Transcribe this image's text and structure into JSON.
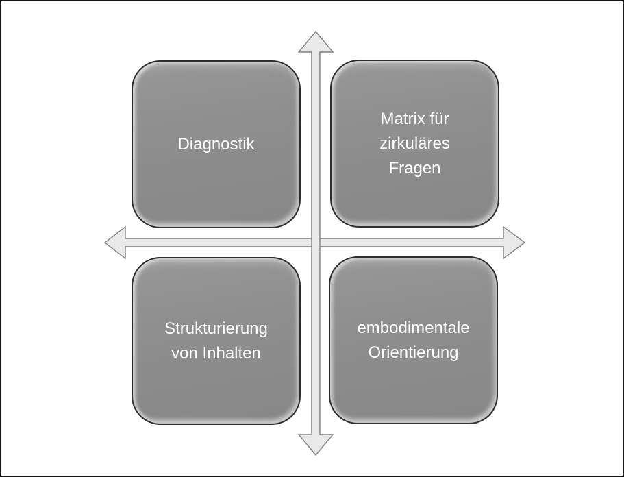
{
  "diagram": {
    "type": "quadrant-matrix",
    "colors": {
      "background": "#ffffff",
      "frame": "#1a1a1a",
      "box_fill": "#8c8c8c",
      "box_outline": "#2d2d2d",
      "arrow_fill": "#e9e9e9",
      "arrow_outline": "#7f7f7f",
      "label_text": "#ffffff"
    },
    "icons": {
      "horizontal_axis": "left-right-arrow",
      "vertical_axis": "up-down-arrow"
    },
    "quadrants": [
      {
        "position": "top-left",
        "label": "Diagnostik",
        "lines": [
          "Diagnostik"
        ]
      },
      {
        "position": "top-right",
        "label": "Matrix für zirkuläres Fragen",
        "lines": [
          "Matrix für",
          "zirkuläres",
          "Fragen"
        ]
      },
      {
        "position": "bottom-left",
        "label": "Strukturierung von Inhalten",
        "lines": [
          "Strukturierung",
          "von Inhalten"
        ]
      },
      {
        "position": "bottom-right",
        "label": "embodimentale Orientierung",
        "lines": [
          "embodimentale",
          "Orientierung"
        ]
      }
    ]
  }
}
